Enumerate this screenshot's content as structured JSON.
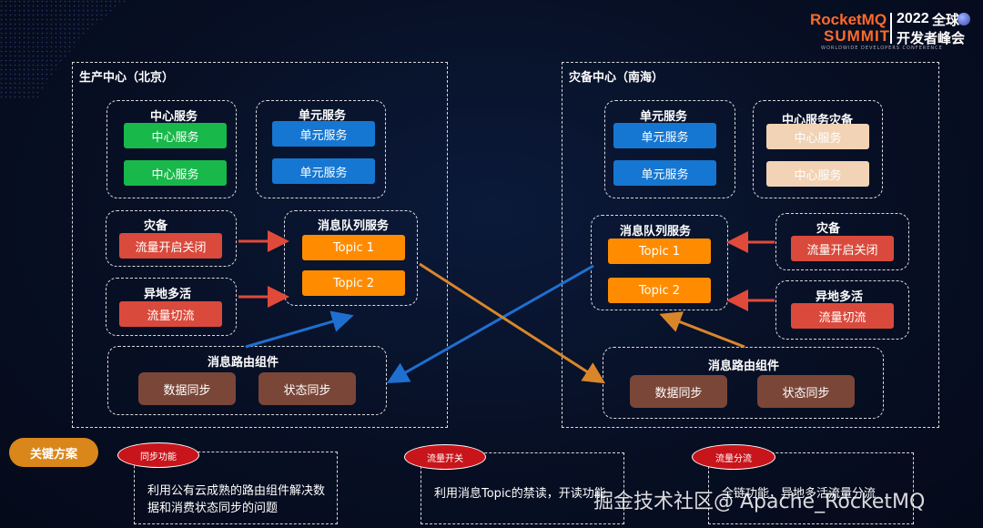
{
  "branding": {
    "rocketmq": "RocketMQ",
    "summit": "SUMMIT",
    "year": "2022",
    "title_line1": "全球",
    "title_line2": "开发者峰会",
    "subtitle": "WORLDWIDE DEVELOPERS CONFERENCE"
  },
  "left_dc": {
    "title": "生产中心（北京）",
    "center_service": {
      "title": "中心服务",
      "items": [
        "中心服务",
        "中心服务"
      ]
    },
    "unit_service": {
      "title": "单元服务",
      "items": [
        "单元服务",
        "单元服务"
      ]
    },
    "disaster": {
      "title": "灾备",
      "item": "流量开启关闭"
    },
    "multi_active": {
      "title": "异地多活",
      "item": "流量切流"
    },
    "mq_service": {
      "title": "消息队列服务",
      "topics": [
        "Topic 1",
        "Topic 2"
      ]
    },
    "router": {
      "title": "消息路由组件",
      "items": [
        "数据同步",
        "状态同步"
      ]
    }
  },
  "right_dc": {
    "title": "灾备中心（南海）",
    "unit_service": {
      "title": "单元服务",
      "items": [
        "单元服务",
        "单元服务"
      ]
    },
    "center_backup": {
      "title": "中心服务灾备",
      "items": [
        "中心服务",
        "中心服务"
      ]
    },
    "mq_service": {
      "title": "消息队列服务",
      "topics": [
        "Topic 1",
        "Topic 2"
      ]
    },
    "disaster": {
      "title": "灾备",
      "item": "流量开启关闭"
    },
    "multi_active": {
      "title": "异地多活",
      "item": "流量切流"
    },
    "router": {
      "title": "消息路由组件",
      "items": [
        "数据同步",
        "状态同步"
      ]
    }
  },
  "key_solutions": {
    "label": "关键方案",
    "cards": [
      {
        "tag": "同步功能",
        "text": "利用公有云成熟的路由组件解决数据和消费状态同步的问题"
      },
      {
        "tag": "流量开关",
        "text": "利用消息Topic的禁读，开读功能"
      },
      {
        "tag": "流量分流",
        "text": "全链功能，异地多活流量分流"
      }
    ]
  },
  "watermark": "掘金技术社区@ Apache_RocketMQ",
  "colors": {
    "green": "#18b84a",
    "blue": "#1677d2",
    "red": "#d94a3c",
    "orange": "#ff8c00",
    "beige": "#f2d3b5",
    "brown": "#7a4638",
    "arrow_red": "#e04a3a",
    "arrow_blue": "#1f6fd0",
    "arrow_orange": "#d9862a"
  }
}
